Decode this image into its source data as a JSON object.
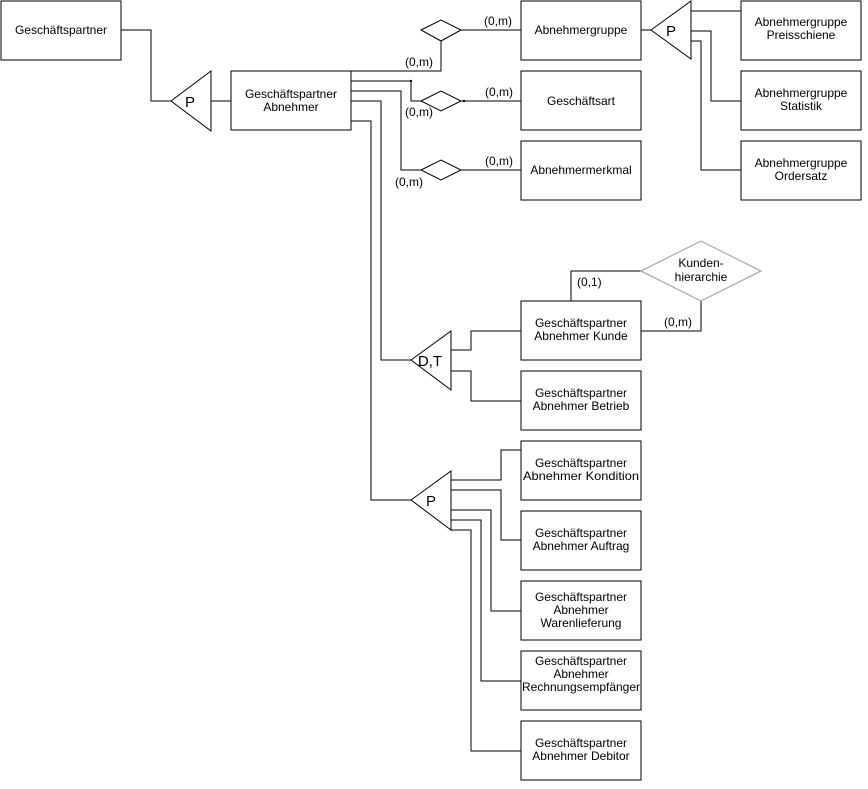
{
  "entities": {
    "geschaeftspartner": [
      "Geschäftspartner"
    ],
    "gp_abnehmer": [
      "Geschäftspartner",
      "Abnehmer"
    ],
    "abnehmergruppe": [
      "Abnehmergruppe"
    ],
    "geschaeftsart": [
      "Geschäftsart"
    ],
    "abnehmermerkmal": [
      "Abnehmermerkmal"
    ],
    "ag_preisschiene": [
      "Abnehmergruppe",
      "Preisschiene"
    ],
    "ag_statistik": [
      "Abnehmergruppe",
      "Statistik"
    ],
    "ag_ordersatz": [
      "Abnehmergruppe",
      "Ordersatz"
    ],
    "gpa_kunde": [
      "Geschäftspartner",
      "Abnehmer Kunde"
    ],
    "gpa_betrieb": [
      "Geschäftspartner",
      "Abnehmer Betrieb"
    ],
    "gpa_kondition": [
      "Geschäftspartner",
      "Abnehmer Kondition"
    ],
    "gpa_auftrag": [
      "Geschäftspartner",
      "Abnehmer Auftrag"
    ],
    "gpa_warenlieferung": [
      "Geschäftspartner",
      "Abnehmer",
      "Warenlieferung"
    ],
    "gpa_rechnungsempfaenger": [
      "Geschäftspartner",
      "Abnehmer",
      "Rechnungsempfänger"
    ],
    "gpa_debitor": [
      "Geschäftspartner",
      "Abnehmer Debitor"
    ]
  },
  "relationships": {
    "kundenhierarchie": [
      "Kunden-",
      "hierarchie"
    ]
  },
  "generalizations": {
    "gp_to_abnehmer": "P",
    "abnehmergruppe_sub": "P",
    "kunde_betrieb": "D,T",
    "abnehmer_sub": "P"
  },
  "cardinalities": {
    "abnehmergruppe_left": "(0,m)",
    "abnehmergruppe_right": "(0,m)",
    "geschaeftsart_left": "(0,m)",
    "geschaeftsart_right": "(0,m)",
    "abnehmermerkmal_left": "(0,m)",
    "abnehmermerkmal_right": "(0,m)",
    "hierarchie_top": "(0,1)",
    "hierarchie_bottom": "(0,m)"
  }
}
